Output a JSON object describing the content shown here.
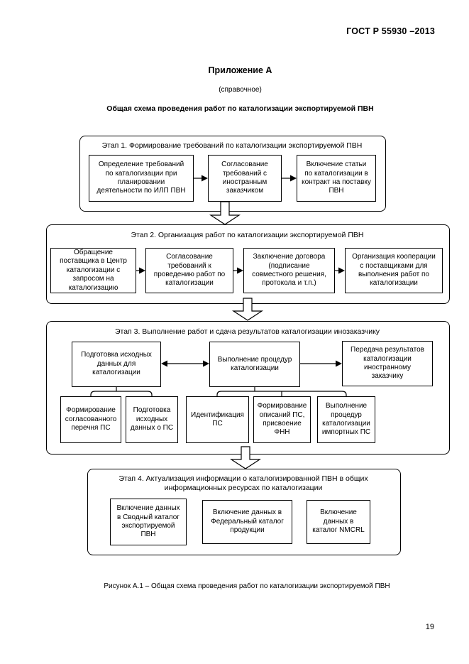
{
  "page": {
    "doc_number": "ГОСТ Р 55930 –2013",
    "appendix_title": "Приложение А",
    "appendix_note": "(справочное)",
    "diagram_title": "Общая схема проведения работ по каталогизации экспортируемой ПВН",
    "caption": "Рисунок А.1 – Общая схема проведения работ по каталогизации экспортируемой ПВН",
    "page_number": "19"
  },
  "colors": {
    "background": "#ffffff",
    "text": "#000000",
    "line": "#000000"
  },
  "icons": {
    "block_arrow_down": "hollow block arrow pointing down between stages",
    "arrow_right": "thin line arrow with filled head",
    "arrow_double": "double-headed line arrow",
    "bracket_connector": "rounded tree bracket from parent box to child boxes"
  },
  "flowchart": {
    "stage1": {
      "label": "Этап 1. Формирование требований по каталогизации экспортируемой ПВН",
      "box1": "Определение требований\nпо каталогизации при\nпланировании\nдеятельности по ИЛП ПВН",
      "box2": "Согласование\nтребований с\nиностранным\nзаказчиком",
      "box3": "Включение статьи\nпо каталогизации в\nконтракт на поставку\nПВН"
    },
    "stage2": {
      "label": "Этап 2. Организация работ по каталогизации экспортируемой ПВН",
      "box1": "Обращение\nпоставщика в Центр\nкаталогизации с\nзапросом на\nкаталогизацию",
      "box2": "Согласование\nтребований к\nпроведению работ по\nкаталогизации",
      "box3": "Заключение договора\n(подписание\nсовместного решения,\nпротокола и т.п.)",
      "box4": "Организация кооперации\nс поставщиками для\nвыполнения работ по\nкаталогизации"
    },
    "stage3": {
      "label": "Этап 3. Выполнение работ и сдача результатов каталогизации инозаказчику",
      "parent1": "Подготовка исходных\nданных для\nкаталогизации",
      "parent2": "Выполнение процедур\nкаталогизации",
      "parent3": "Передача результатов\nкаталогизации\nиностранному\nзаказчику",
      "child1": "Формирование\nсогласованного\nперечня ПС",
      "child2": "Подготовка\nисходных\nданных о ПС",
      "child3": "Идентификация\nПС",
      "child4": "Формирование\nописаний ПС,\nприсвоение\nФНН",
      "child5": "Выполнение\nпроцедур\nкаталогизации\nимпортных ПС"
    },
    "stage4": {
      "label": "Этап 4. Актуализация информации о каталогизированной ПВН в общих\nинформационных ресурсах по каталогизации",
      "box1": "Включение данных\nв Сводный каталог\nэкспортируемой\nПВН",
      "box2": "Включение данных в\nФедеральный каталог\nпродукции",
      "box3": "Включение\nданных в\nкаталог NMCRL"
    }
  }
}
